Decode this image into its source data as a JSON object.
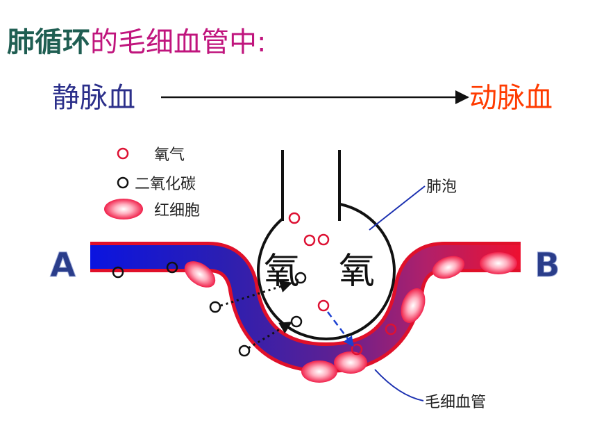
{
  "title": {
    "bold_part": "肺循环",
    "rest_part": "的毛细血管中:"
  },
  "flow": {
    "from_label": "静脉血",
    "to_label": "动脉血"
  },
  "legend": {
    "oxygen": "氧气",
    "co2": "二氧化碳",
    "rbc": "红细胞"
  },
  "labels": {
    "alveolus": "肺泡",
    "capillary": "毛细血管",
    "end_a": "A",
    "end_b": "B",
    "oxygen_char_1": "氧",
    "oxygen_char_2": "氧"
  },
  "colors": {
    "title_bold": "#1f5e52",
    "title_rest": "#c0157d",
    "venous": "#2b2f8a",
    "arterial": "#ff3b00",
    "vessel_blue": "#1010d8",
    "vessel_red": "#e0102a",
    "oxygen": "#dd1133",
    "co2": "#111111"
  }
}
